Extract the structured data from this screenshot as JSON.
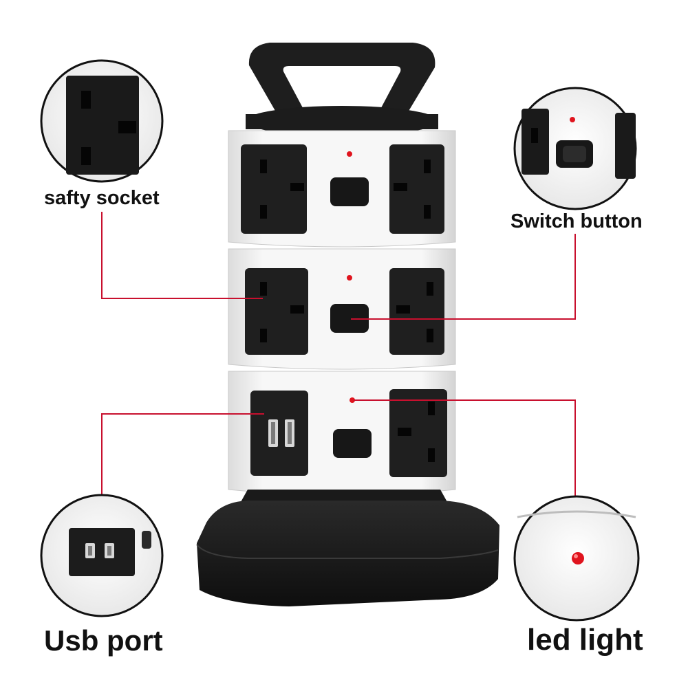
{
  "labels": {
    "safety_socket": "safty socket",
    "switch_button": "Switch button",
    "usb_port": "Usb port",
    "led_light": "led light"
  },
  "colors": {
    "body_white": "#f4f4f4",
    "plastic_black": "#1c1c1c",
    "callout_red": "#c8102e",
    "led_red": "#e0141e"
  },
  "icons": [
    "safety-socket",
    "switch-button",
    "usb-port",
    "led-light",
    "carry-handle"
  ]
}
